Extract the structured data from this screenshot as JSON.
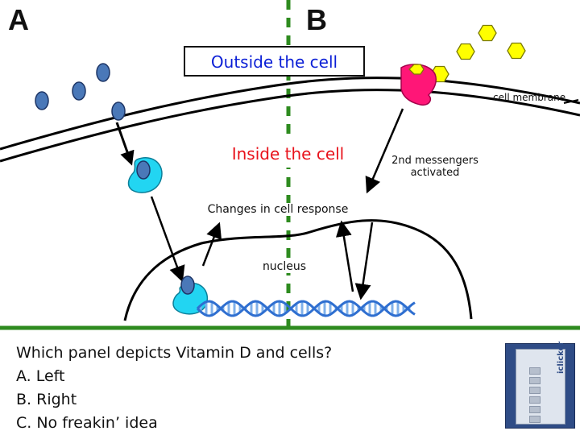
{
  "panels": {
    "left": "A",
    "right": "B"
  },
  "labels": {
    "outside": "Outside the cell",
    "inside": "Inside the cell",
    "membrane": "cell membrane",
    "messengers_line1": "2nd messengers",
    "messengers_line2": "activated",
    "changes": "Changes in cell response",
    "nucleus": "nucleus"
  },
  "question": {
    "prompt": "Which panel depicts Vitamin D and cells?",
    "options": [
      "A. Left",
      "B. Right",
      "C. No freakin’ idea"
    ]
  },
  "colors": {
    "divider": "#2e8b1f",
    "outside_text": "#0b1fd6",
    "inside_text": "#e8121b",
    "ligand_blue": "#4a78b8",
    "ligand_yellow": "#ffff00",
    "receptor_cyan": "#22d5f2",
    "receptor_magenta": "#ff1677",
    "dna_blue": "#2f6fd0"
  },
  "icons": {
    "clicker": "iclicker-remote-icon"
  },
  "clicker_brand": "iclicker"
}
